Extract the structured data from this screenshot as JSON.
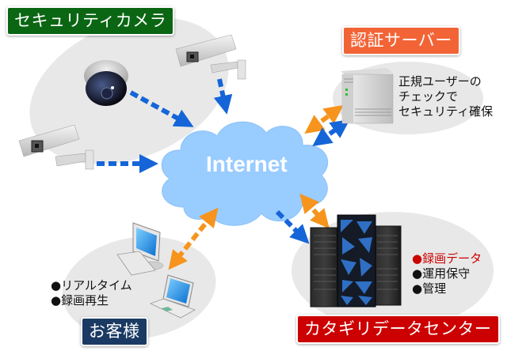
{
  "nodes": {
    "cameras": {
      "label": "セキュリティカメラ",
      "color": "#0b6614"
    },
    "auth_server": {
      "label": "認証サーバー",
      "color": "#f26436",
      "description": [
        "正規ユーザーの",
        "チェックで",
        "セキュリティ確保"
      ]
    },
    "internet": {
      "label": "Internet",
      "color": "#99ccff"
    },
    "customers": {
      "label": "お客様",
      "color": "#1b3a63",
      "features": [
        "●リアルタイム",
        "●録画再生"
      ]
    },
    "datacenter": {
      "label": "カタギリデータセンター",
      "color": "#cc0000",
      "features": [
        {
          "text": "●録画データ",
          "highlight": true
        },
        {
          "text": "●運用保守",
          "highlight": false
        },
        {
          "text": "●管理",
          "highlight": false
        }
      ]
    }
  },
  "connections": [
    {
      "from": "dome-camera",
      "to": "internet",
      "style": "dashed",
      "color": "#1565d8",
      "direction": "one-way"
    },
    {
      "from": "top-camera",
      "to": "internet",
      "style": "dashed",
      "color": "#1565d8",
      "direction": "one-way"
    },
    {
      "from": "left-camera",
      "to": "internet",
      "style": "dashed",
      "color": "#1565d8",
      "direction": "one-way"
    },
    {
      "from": "internet",
      "to": "auth-server",
      "style": "dashed",
      "color": "#f7941d",
      "direction": "two-way"
    },
    {
      "from": "internet",
      "to": "auth-server",
      "style": "dashed",
      "color": "#1565d8",
      "direction": "two-way"
    },
    {
      "from": "internet",
      "to": "customers",
      "style": "dashed",
      "color": "#f7941d",
      "direction": "two-way"
    },
    {
      "from": "internet",
      "to": "datacenter",
      "style": "dashed",
      "color": "#1565d8",
      "direction": "one-way"
    },
    {
      "from": "internet",
      "to": "datacenter",
      "style": "dashed",
      "color": "#f7941d",
      "direction": "two-way"
    }
  ]
}
